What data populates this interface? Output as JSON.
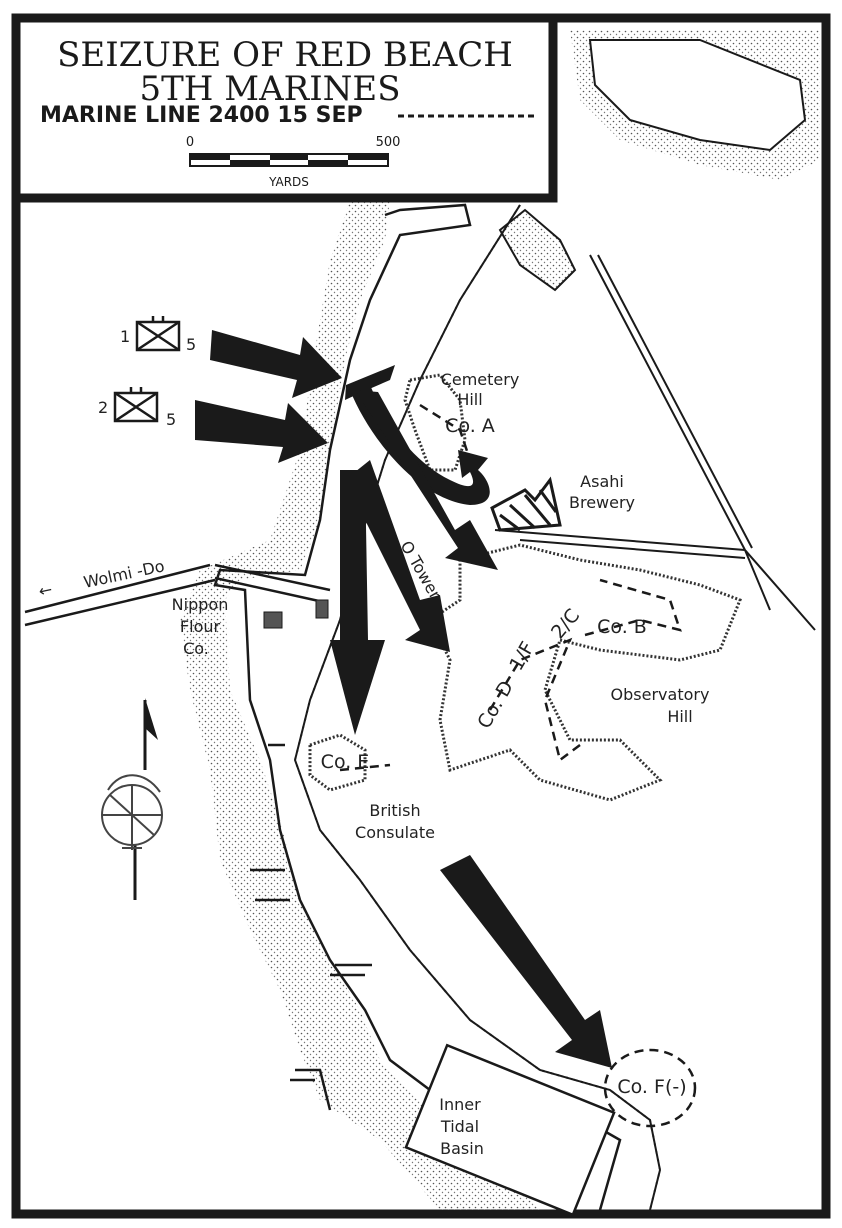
{
  "title": {
    "line1": "SEIZURE OF RED BEACH",
    "line2": "5TH MARINES",
    "legend_line": "MARINE LINE 2400 15 SEP",
    "scale_start": "0",
    "scale_end": "500",
    "scale_unit": "YARDS"
  },
  "units": [
    {
      "battalion": "1",
      "regiment": "5"
    },
    {
      "battalion": "2",
      "regiment": "5"
    }
  ],
  "places": {
    "cemetery_hill_1": "Cemetery",
    "cemetery_hill_2": "Hill",
    "asahi_1": "Asahi",
    "asahi_2": "Brewery",
    "o_tower": "O Tower",
    "wolmi_do": "Wolmi -Do",
    "nippon_1": "Nippon",
    "nippon_2": "Flour",
    "nippon_3": "Co.",
    "observatory_1": "Observatory",
    "observatory_2": "Hill",
    "british_1": "British",
    "british_2": "Consulate",
    "basin_1": "Inner",
    "basin_2": "Tidal",
    "basin_3": "Basin"
  },
  "companies": {
    "a": "Co. A",
    "b": "Co. B",
    "d": "Co. D",
    "e": "Co. E",
    "f": "Co. F(-)",
    "f1": "1/F",
    "c2": "2/C"
  },
  "colors": {
    "ink": "#1a1a1a",
    "paper": "#ffffff"
  }
}
